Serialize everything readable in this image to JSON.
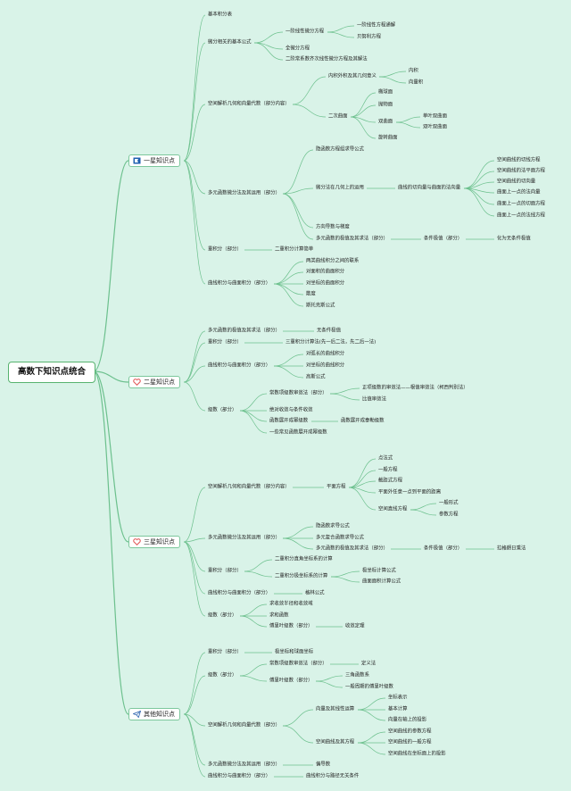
{
  "root": {
    "title": "高数下知识点统合"
  },
  "categories": [
    {
      "label": "一星知识点",
      "icon": "flag-icon"
    },
    {
      "label": "二星知识点",
      "icon": "heart-icon"
    },
    {
      "label": "三星知识点",
      "icon": "heart-icon"
    },
    {
      "label": "其他知识点",
      "icon": "paper-plane-icon"
    }
  ],
  "nodes": [
    "基本积分表",
    "微分相关的基本公式",
    "一阶线性微分方程",
    "一阶线性方程通解",
    "贝努利方程",
    "全微分方程",
    "二阶常系数齐次线性微分方程及其解法",
    "空间解析几何和向量代数（部分内容）",
    "内积外积及其几何意义",
    "内积",
    "向量积",
    "二次曲面",
    "椭球面",
    "抛物面",
    "双曲面",
    "单叶双曲面",
    "双叶双曲面",
    "旋转曲面",
    "多元函数微分法及其运用（部分）",
    "隐函数方程组求导公式",
    "微分法在几何上的运用",
    "曲线的切向量与曲面的法向量",
    "空间曲线的切线方程",
    "空间曲线的法平面方程",
    "空间曲线的切向量",
    "曲面上一点的法向量",
    "曲面上一点的切面方程",
    "曲面上一点的法线方程",
    "方向导数与梯度",
    "多元函数的极值及其求法（部分）",
    "条件极值（部分）",
    "化为无条件极值",
    "重积分（部分）",
    "二重积分计算简单",
    "曲线积分与曲面积分（部分）",
    "两类曲线积分之间的联系",
    "对面积的曲面积分",
    "对坐标的曲面积分",
    "散度",
    "斯托克斯公式",
    "多元函数的极值及其求法（部分）",
    "无条件极值",
    "重积分（部分）",
    "三重积分计算法(先一后二法，先二后一法)",
    "曲线积分与曲面积分（部分）",
    "对弧长的曲线积分",
    "对坐标的曲线积分",
    "高斯公式",
    "级数（部分）",
    "常数项级数审敛法（部分）",
    "正项级数的审敛法——根值审敛法（柯西判别法）",
    "比值审敛法",
    "绝对收敛与条件收敛",
    "函数展开成幂级数",
    "函数展开成泰勒级数",
    "一些常见函数展开成幂级数",
    "空间解析几何和向量代数（部分内容）",
    "平面方程",
    "点法式",
    "一般方程",
    "截距式方程",
    "平面外任意一点到平面的距离",
    "空间直线方程",
    "一般形式",
    "参数方程",
    "多元函数微分法及其运用（部分）",
    "隐函数求导公式",
    "多元复合函数求导公式",
    "多元函数的极值及其求法（部分）",
    "条件极值（部分）",
    "拉格朗日乘法",
    "重积分（部分）",
    "二重积分直角坐标系的计算",
    "二重积分极坐标系的计算",
    "极坐标计算公式",
    "曲面面积计算公式",
    "曲线积分与曲面积分（部分）",
    "格林公式",
    "级数（部分）",
    "求收敛半径和收敛域",
    "求和函数",
    "傅里叶级数（部分）",
    "收敛定理",
    "重积分（部分）",
    "极坐标和球面坐标",
    "级数（部分）",
    "常数项级数审敛法（部分）",
    "定义法",
    "傅里叶级数（部分）",
    "三角函数系",
    "一般周期的傅里叶级数",
    "空间解析几何和向量代数（部分）",
    "向量及其线性运算",
    "坐标表示",
    "基本计算",
    "向量在轴上的投影",
    "空间曲线及其方程",
    "空间曲线的参数方程",
    "空间曲线的一般方程",
    "空间曲线在坐标面上的投影",
    "多元函数微分法及其运用（部分）",
    "偏导数",
    "曲线积分与曲面积分（部分）",
    "曲线积分与路径无关条件"
  ],
  "colors": {
    "background": "#d9f3e8",
    "line": "#6cc08d",
    "node_border": "#7cc79c",
    "flag": "#1f5fb0",
    "heart": "#e25a5a",
    "plane": "#3d6fb5"
  }
}
